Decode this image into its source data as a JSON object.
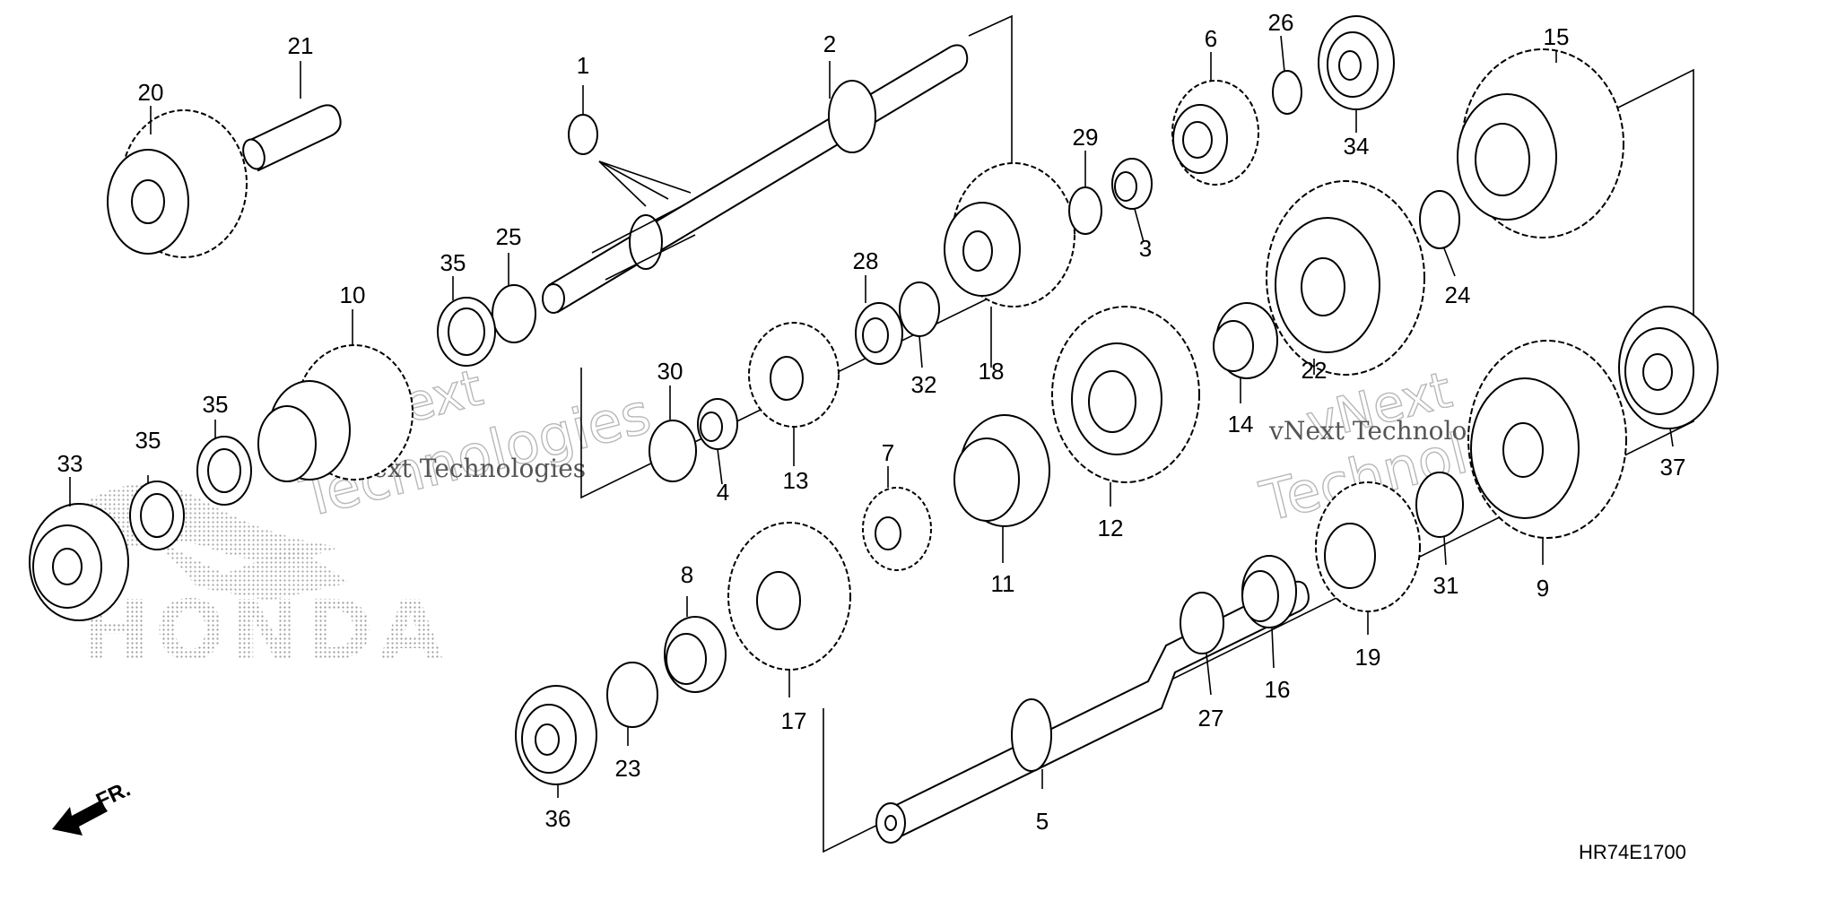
{
  "diagram_code": "HR74E1700",
  "front_indicator": "FR.",
  "watermark": {
    "brand": "HONDA",
    "vendor_line1": "vNext",
    "vendor_line2": "Technologies",
    "vendor_full": "vNext Technologies"
  },
  "callouts": [
    {
      "id": "c1",
      "text": "1"
    },
    {
      "id": "c2",
      "text": "2"
    },
    {
      "id": "c3",
      "text": "3"
    },
    {
      "id": "c4",
      "text": "4"
    },
    {
      "id": "c5",
      "text": "5"
    },
    {
      "id": "c6",
      "text": "6"
    },
    {
      "id": "c7",
      "text": "7"
    },
    {
      "id": "c8",
      "text": "8"
    },
    {
      "id": "c9",
      "text": "9"
    },
    {
      "id": "c10",
      "text": "10"
    },
    {
      "id": "c11",
      "text": "11"
    },
    {
      "id": "c12",
      "text": "12"
    },
    {
      "id": "c13",
      "text": "13"
    },
    {
      "id": "c14",
      "text": "14"
    },
    {
      "id": "c15",
      "text": "15"
    },
    {
      "id": "c16",
      "text": "16"
    },
    {
      "id": "c17",
      "text": "17"
    },
    {
      "id": "c18",
      "text": "18"
    },
    {
      "id": "c19",
      "text": "19"
    },
    {
      "id": "c20",
      "text": "20"
    },
    {
      "id": "c21",
      "text": "21"
    },
    {
      "id": "c22",
      "text": "22"
    },
    {
      "id": "c23",
      "text": "23"
    },
    {
      "id": "c24",
      "text": "24"
    },
    {
      "id": "c25",
      "text": "25"
    },
    {
      "id": "c26",
      "text": "26"
    },
    {
      "id": "c27",
      "text": "27"
    },
    {
      "id": "c28",
      "text": "28"
    },
    {
      "id": "c29",
      "text": "29"
    },
    {
      "id": "c30",
      "text": "30"
    },
    {
      "id": "c31",
      "text": "31"
    },
    {
      "id": "c32",
      "text": "32"
    },
    {
      "id": "c33",
      "text": "33"
    },
    {
      "id": "c34",
      "text": "34"
    },
    {
      "id": "c35a",
      "text": "35"
    },
    {
      "id": "c35b",
      "text": "35"
    },
    {
      "id": "c35c",
      "text": "35"
    },
    {
      "id": "c36",
      "text": "36"
    },
    {
      "id": "c37",
      "text": "37"
    }
  ]
}
